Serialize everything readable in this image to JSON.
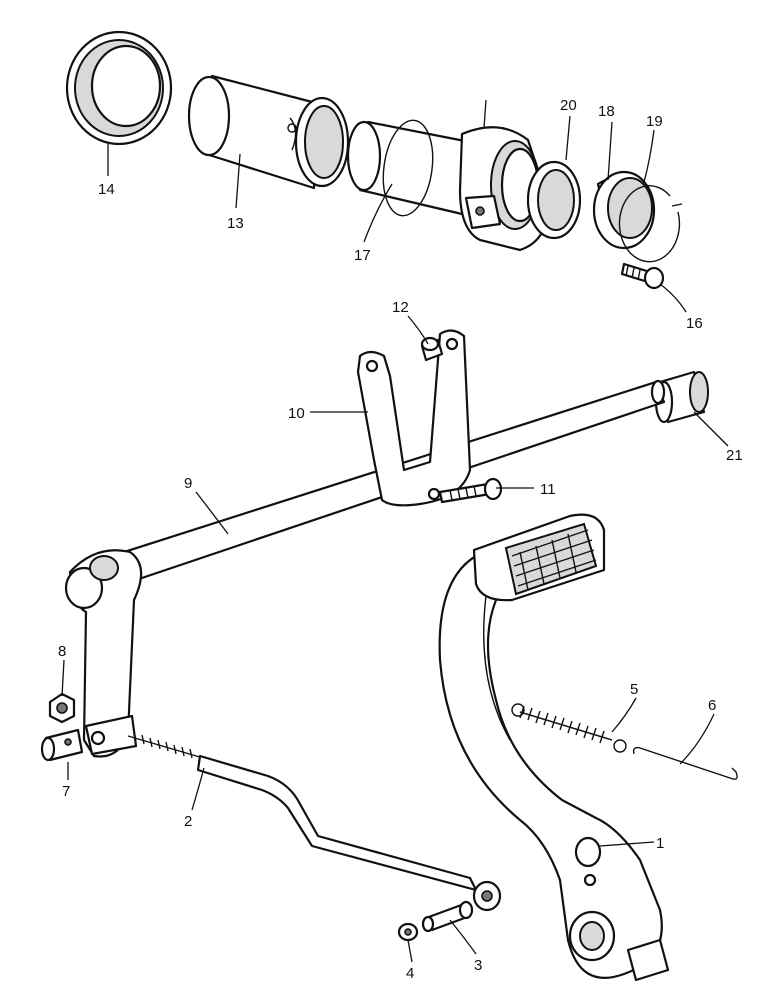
{
  "callouts": {
    "c1": "1",
    "c2": "2",
    "c3": "3",
    "c4": "4",
    "c5": "5",
    "c6": "6",
    "c7": "7",
    "c8": "8",
    "c9": "9",
    "c10": "10",
    "c11": "11",
    "c12": "12",
    "c13": "13",
    "c14": "14",
    "c16": "16",
    "c17": "17",
    "c18": "18",
    "c19": "19",
    "c20": "20",
    "c21": "21"
  }
}
